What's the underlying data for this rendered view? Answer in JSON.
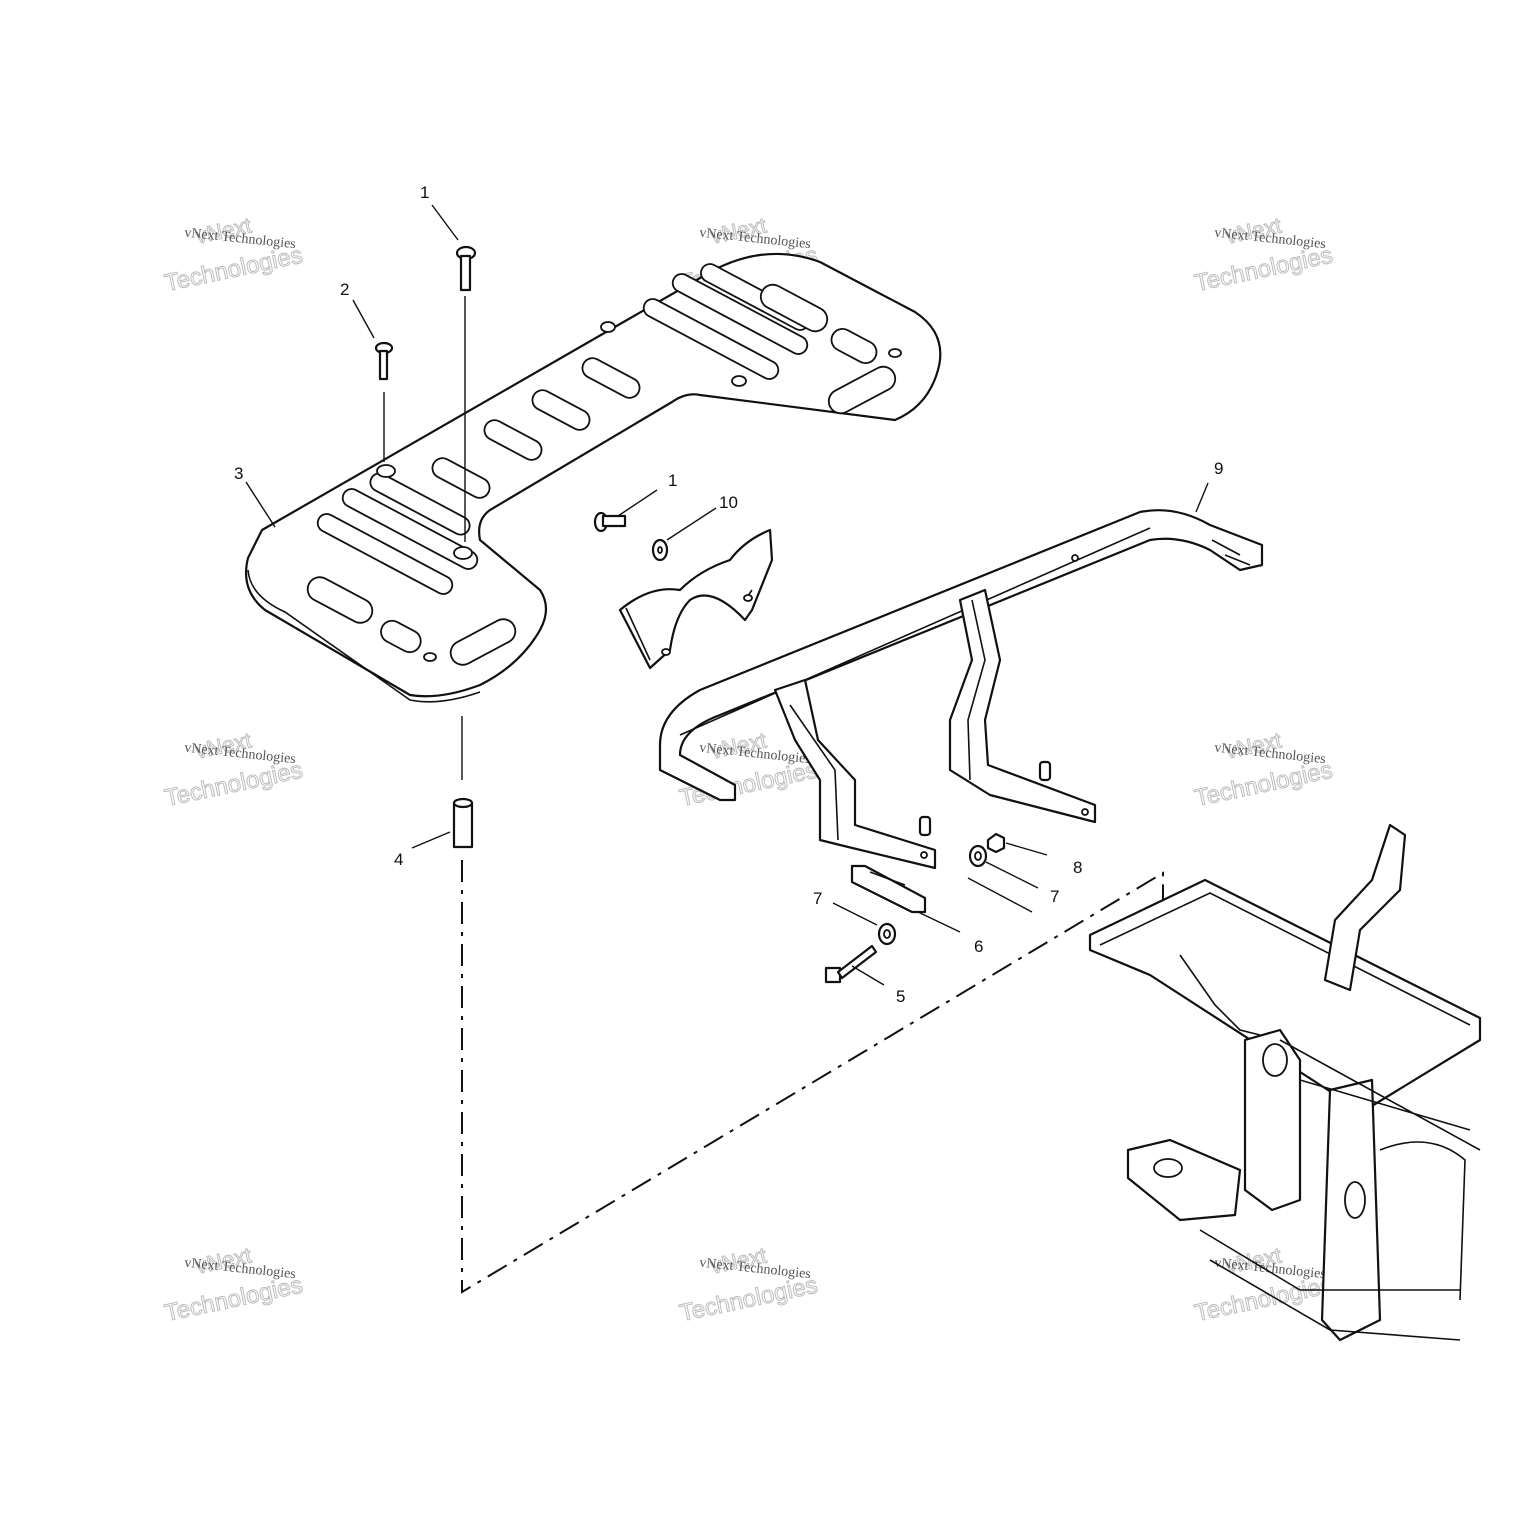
{
  "diagram": {
    "callouts": [
      {
        "id": "c1a",
        "text": "1"
      },
      {
        "id": "c2",
        "text": "2"
      },
      {
        "id": "c3",
        "text": "3"
      },
      {
        "id": "c4",
        "text": "4"
      },
      {
        "id": "c1b",
        "text": "1"
      },
      {
        "id": "c10",
        "text": "10"
      },
      {
        "id": "c9",
        "text": "9"
      },
      {
        "id": "c8",
        "text": "8"
      },
      {
        "id": "c7a",
        "text": "7"
      },
      {
        "id": "c7b",
        "text": "7"
      },
      {
        "id": "c6",
        "text": "6"
      },
      {
        "id": "c5",
        "text": "5"
      }
    ],
    "watermark": {
      "line1": "vNext",
      "line2": "vNext Technologies",
      "line3": "Technologies"
    }
  }
}
